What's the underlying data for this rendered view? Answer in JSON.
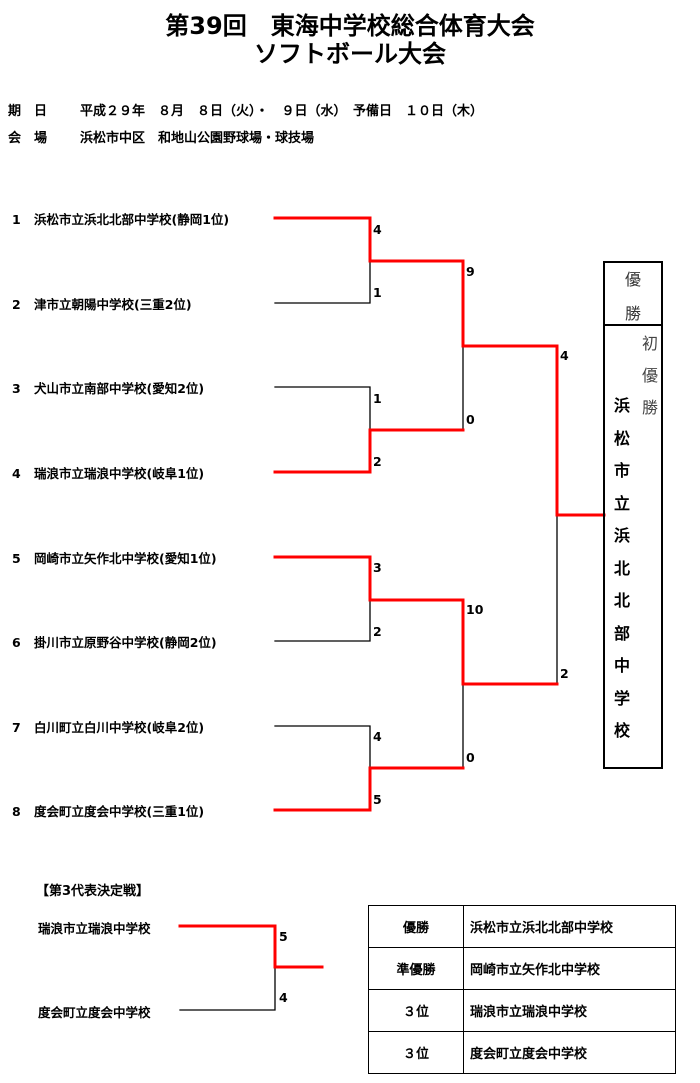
{
  "title_line1": "第39回　東海中学校総合体育大会",
  "title_line2": "ソフトボール大会",
  "info": {
    "date_label": "期　日",
    "date_value": "平成２９年　８月　８日（火）・　９日（水）　予備日　１０日（木）",
    "venue_label": "会　場",
    "venue_value": "浜松市中区　和地山公園野球場・球技場"
  },
  "teams": [
    {
      "num": "1",
      "name": "浜松市立浜北北部中学校(静岡1位)"
    },
    {
      "num": "2",
      "name": "津市立朝陽中学校(三重2位)"
    },
    {
      "num": "3",
      "name": "犬山市立南部中学校(愛知2位)"
    },
    {
      "num": "4",
      "name": "瑞浪市立瑞浪中学校(岐阜1位)"
    },
    {
      "num": "5",
      "name": "岡崎市立矢作北中学校(愛知1位)"
    },
    {
      "num": "6",
      "name": "掛川市立原野谷中学校(静岡2位)"
    },
    {
      "num": "7",
      "name": "白川町立白川中学校(岐阜2位)"
    },
    {
      "num": "8",
      "name": "度会町立度会中学校(三重1位)"
    }
  ],
  "scores": {
    "r1": [
      "4",
      "1",
      "1",
      "2",
      "3",
      "2",
      "4",
      "5"
    ],
    "r2": [
      "9",
      "0",
      "10",
      "0"
    ],
    "final": [
      "4",
      "2"
    ]
  },
  "champion_box": {
    "header": [
      "優",
      "勝"
    ],
    "note": [
      "初",
      "優",
      "勝"
    ],
    "winner": [
      "浜",
      "松",
      "市",
      "立",
      "浜",
      "北",
      "北",
      "部",
      "中",
      "学",
      "校"
    ]
  },
  "third_place": {
    "heading": "【第3代表決定戦】",
    "teams": [
      "瑞浪市立瑞浪中学校",
      "度会町立度会中学校"
    ],
    "scores": [
      "5",
      "4"
    ]
  },
  "results": [
    {
      "rank": "優勝",
      "school": "浜松市立浜北北部中学校"
    },
    {
      "rank": "準優勝",
      "school": "岡崎市立矢作北中学校"
    },
    {
      "rank": "３位",
      "school": "瑞浪市立瑞浪中学校"
    },
    {
      "rank": "３位",
      "school": "度会町立度会中学校"
    }
  ],
  "colors": {
    "win_line": "#ff0000",
    "lose_line": "#000000"
  }
}
